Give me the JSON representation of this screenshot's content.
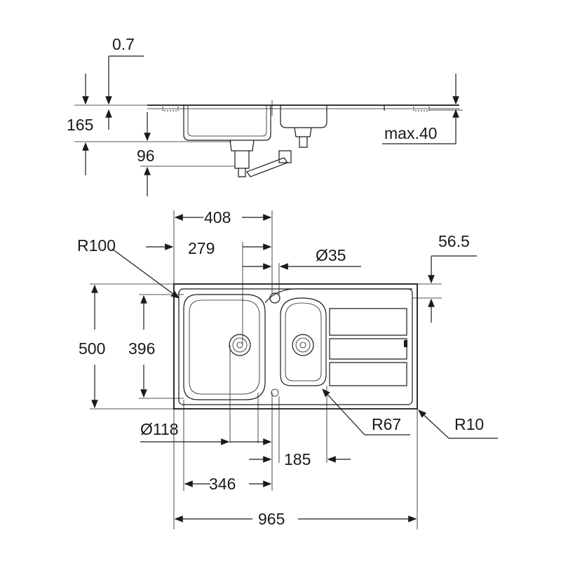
{
  "title": "Sink technical drawing",
  "side_view": {
    "dim_thickness": "0.7",
    "dim_depth": "165",
    "dim_bowl_depth": "96",
    "dim_max_worktop": "max.40"
  },
  "plan_view": {
    "dim_408": "408",
    "dim_r100": "R100",
    "dim_279": "279",
    "dim_tap_hole": "Ø35",
    "dim_56_5": "56.5",
    "dim_500": "500",
    "dim_396": "396",
    "dim_waste": "Ø118",
    "dim_r67": "R67",
    "dim_r10": "R10",
    "dim_185": "185",
    "dim_346": "346",
    "dim_965": "965"
  }
}
